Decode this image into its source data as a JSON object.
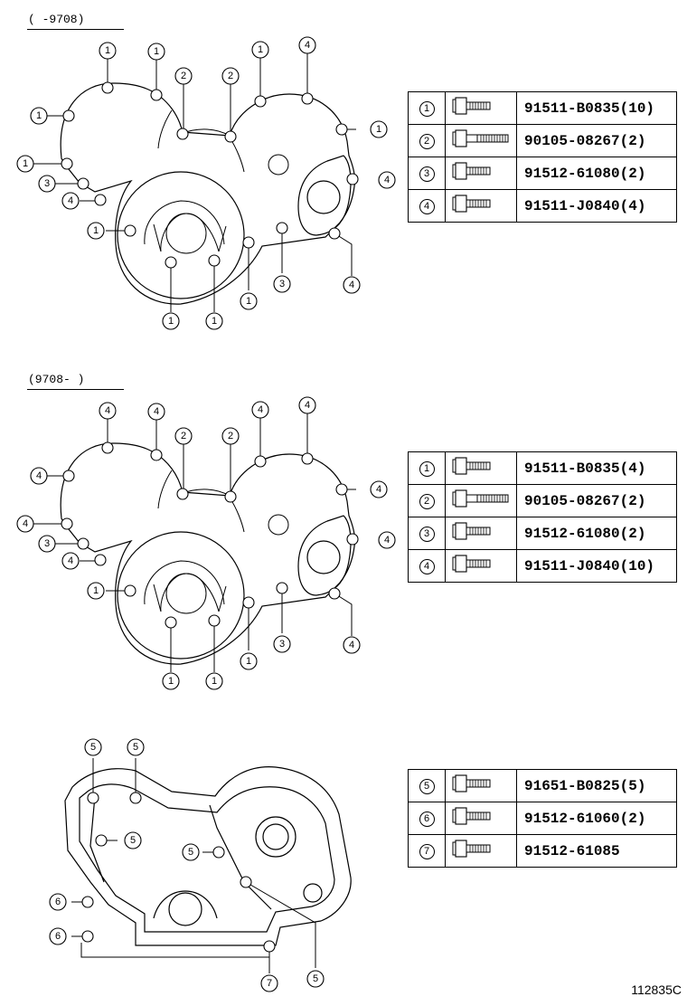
{
  "sections": [
    {
      "range": "(     -9708)",
      "parts": [
        {
          "ref": "1",
          "icon": "bolt-flange-icon",
          "part": "91511-B0835(10)"
        },
        {
          "ref": "2",
          "icon": "bolt-long-icon",
          "part": "90105-08267(2)"
        },
        {
          "ref": "3",
          "icon": "bolt-flange-icon",
          "part": "91512-61080(2)"
        },
        {
          "ref": "4",
          "icon": "bolt-flange-icon",
          "part": "91511-J0840(4)"
        }
      ]
    },
    {
      "range": "(9708-      )",
      "parts": [
        {
          "ref": "1",
          "icon": "bolt-flange-icon",
          "part": "91511-B0835(4)"
        },
        {
          "ref": "2",
          "icon": "bolt-long-icon",
          "part": "90105-08267(2)"
        },
        {
          "ref": "3",
          "icon": "bolt-flange-icon",
          "part": "91512-61080(2)"
        },
        {
          "ref": "4",
          "icon": "bolt-flange-icon",
          "part": "91511-J0840(10)"
        }
      ]
    },
    {
      "range": "",
      "parts": [
        {
          "ref": "5",
          "icon": "bolt-flange-icon",
          "part": "91651-B0825(5)"
        },
        {
          "ref": "6",
          "icon": "bolt-flange-icon",
          "part": "91512-61060(2)"
        },
        {
          "ref": "7",
          "icon": "bolt-flange-icon",
          "part": "91512-61085"
        }
      ]
    }
  ],
  "callouts": {
    "upper": [
      "1",
      "1",
      "2",
      "2",
      "1",
      "4",
      "1",
      "4",
      "1",
      "1",
      "3",
      "4",
      "1",
      "1",
      "1",
      "1",
      "3",
      "4"
    ],
    "middle": [
      "4",
      "4",
      "2",
      "2",
      "4",
      "4",
      "4",
      "4",
      "4",
      "4",
      "3",
      "4",
      "1",
      "1",
      "1",
      "1",
      "3",
      "4"
    ],
    "lower": [
      "5",
      "5",
      "5",
      "5",
      "6",
      "6",
      "7",
      "5"
    ]
  },
  "drawing_code": "112835C"
}
